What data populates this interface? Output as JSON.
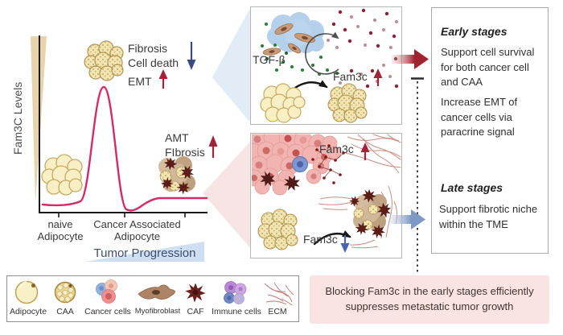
{
  "graph": {
    "y_axis_label": "Fam3C Levels",
    "x_caption": "Tumor Progression",
    "x_ticks": [
      {
        "line1": "naive",
        "line2": "Adipocyte"
      },
      {
        "line1": "Cancer Associated",
        "line2": "Adipocyte"
      }
    ],
    "annotations": {
      "fibrosis": "Fibrosis",
      "cell_death": "Cell death",
      "fibrosis_cell_death_trend": "down",
      "emt": "EMT",
      "emt_trend": "up",
      "amt": "AMT",
      "amt_fibrosis": "FIbrosis",
      "amt_fibrosis_trend": "up"
    },
    "curve_color": "#d42a67"
  },
  "panels": {
    "early": {
      "tgfb": "TGF-β",
      "fam3c": "Fam3c",
      "fam3c_trend": "up"
    },
    "late": {
      "fam3c_top": "Fam3c",
      "fam3c_top_trend": "up",
      "fam3c_bottom": "Fam3c",
      "fam3c_bottom_trend": "down"
    }
  },
  "summary": {
    "early_title": "Early stages",
    "early_point1": "Support cell survival for both cancer cell and CAA",
    "early_point2": "Increase EMT of cancer cells via paracrine signal",
    "late_title": "Late stages",
    "late_point1": "Support fibrotic niche within the TME"
  },
  "legend": {
    "items": [
      {
        "icon": "adipocyte-icon",
        "label": "Adipocyte"
      },
      {
        "icon": "caa-icon",
        "label": "CAA"
      },
      {
        "icon": "cancer-cells-icon",
        "label": "Cancer cells"
      },
      {
        "icon": "myofibroblast-icon",
        "label": "Myofibroblast"
      },
      {
        "icon": "caf-icon",
        "label": "CAF"
      },
      {
        "icon": "immune-cells-icon",
        "label": "Immune cells"
      },
      {
        "icon": "ecm-icon",
        "label": "ECM"
      }
    ]
  },
  "conclusion": {
    "text": "Blocking Fam3c in the early stages efficiently suppresses metastatic tumor growth"
  },
  "colors": {
    "curve": "#d42a67",
    "up_arrow": "#a3243a",
    "down_arrow_navy": "#3d4c80",
    "down_arrow_blue": "#4a67ad",
    "early_arrow": "#9e2430",
    "late_arrow": "#7d99c4",
    "conclusion_bg": "#fae3e3",
    "levels_wedge": "#e7d3ad",
    "progression_wedge": "#cfdff2"
  }
}
